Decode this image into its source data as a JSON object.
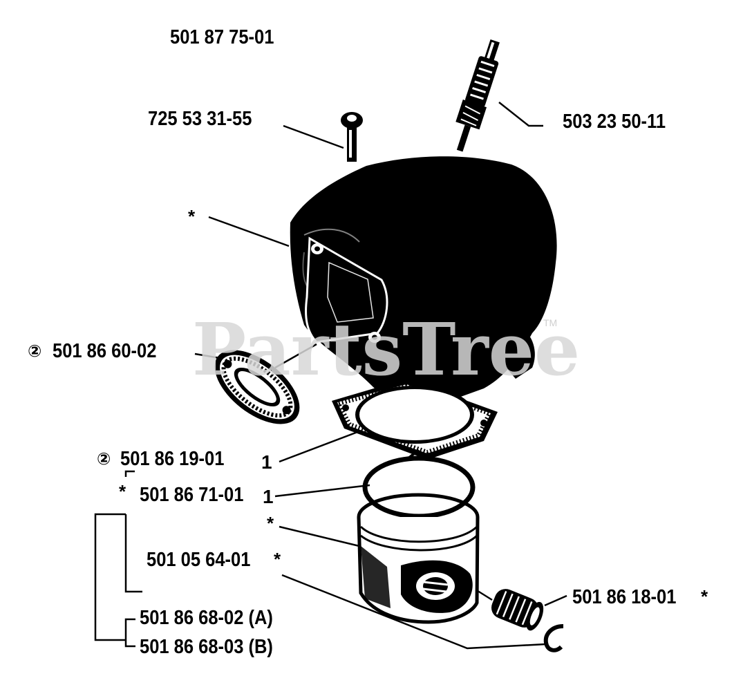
{
  "assembly_number": "501 87 75-01",
  "watermark": {
    "text": "PartsTree",
    "trademark": "TM"
  },
  "parts": {
    "bolt": "725 53 31-55",
    "spark_plug": "503 23 50-11",
    "cylinder_star": "*",
    "muffler_gasket": "501 86 60-02",
    "muffler_gasket_marker": "②",
    "cylinder_gasket": "501 86 19-01",
    "cylinder_gasket_marker": "②",
    "cylinder_gasket_qty": "1",
    "piston_ring": "501 86 71-01",
    "piston_ring_qty": "1",
    "piston_ring_star": "*",
    "piston_star": "*",
    "piston_kit": "501 05 64-01",
    "piston_kit_star": "*",
    "needle_bearing": "501 86 18-01",
    "needle_bearing_star": "*",
    "cylinder_kit_a": "501 86 68-02 (A)",
    "cylinder_kit_b": "501 86 68-03 (B)"
  }
}
